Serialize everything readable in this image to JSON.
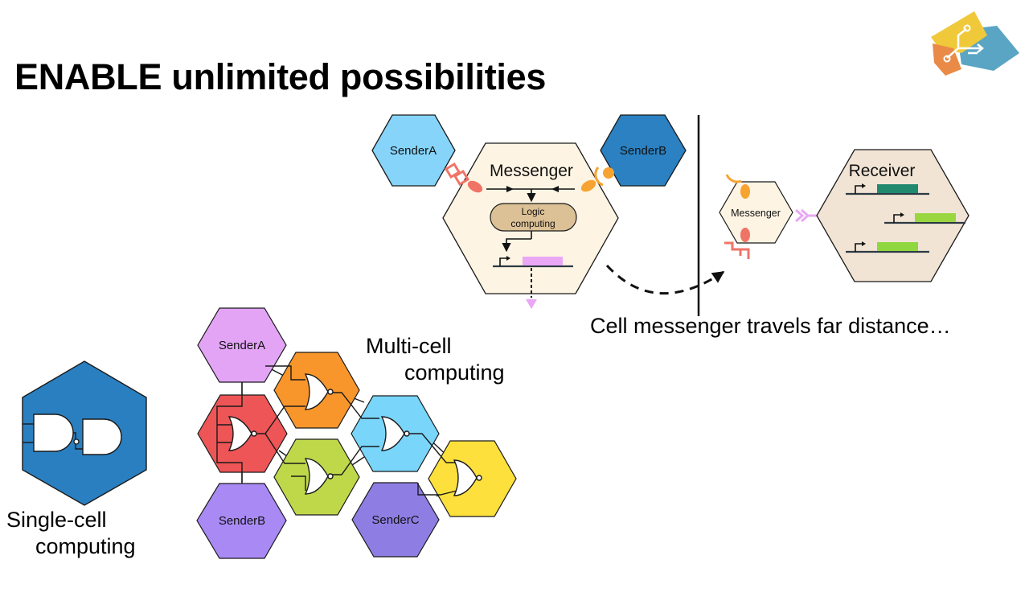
{
  "title": "ENABLE unlimited possibilities",
  "messenger_panel": {
    "sender_a": "SenderA",
    "sender_b": "SenderB",
    "messenger": "Messenger",
    "logic_line1": "Logic",
    "logic_line2": "computing"
  },
  "receiver_panel": {
    "messenger_small": "Messenger",
    "receiver": "Receiver",
    "travel_caption": "Cell messenger travels far distance…"
  },
  "multicell": {
    "sender_a": "SenderA",
    "sender_b": "SenderB",
    "sender_c": "SenderC",
    "caption_line1": "Multi-cell",
    "caption_line2": "computing"
  },
  "singlecell": {
    "caption_line1": "Single-cell",
    "caption_line2": "computing"
  },
  "colors": {
    "sender_light_blue": "#86d4fa",
    "sender_dark_blue": "#2b81c1",
    "cell_cream": "#fdf4e3",
    "receiver_tan": "#f1e4d5",
    "logic_box": "#dcc196",
    "pink_lilac": "#e9a7f5",
    "lilac_hex": "#e3a4f6",
    "violet_hex": "#a98af4",
    "purple_hex": "#8e7ee3",
    "orange_hex": "#f8962b",
    "red_hex": "#ee5556",
    "lime_hex": "#bfd84a",
    "sky_hex": "#79d6fa",
    "yellow_hex": "#fde03c",
    "single_cell_blue": "#2a7fc0",
    "green_dark": "#21896e",
    "green_light": "#9ad640",
    "green_mid": "#8fd63f"
  },
  "logo": {
    "name": "network-logo-icon"
  }
}
